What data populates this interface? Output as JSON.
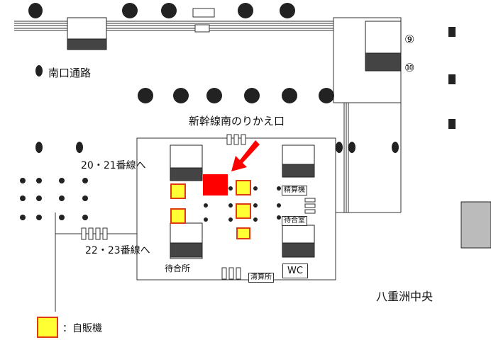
{
  "labels": {
    "south_passage": "南口通路",
    "transfer_gate": "新幹線南のりかえ口",
    "to_20_21": "20・21番線へ",
    "to_22_23": "22・23番線へ",
    "waiting_area": "待合所",
    "waiting_room": "待合室",
    "fare_adjust_machine": "精算機",
    "fare_adjust_office": "清算所",
    "wc": "WC",
    "yaesu_central": "八重洲中央",
    "track_9": "⑨",
    "track_10": "⑩"
  },
  "legend": {
    "marker": "：",
    "label": "自販機"
  },
  "colors": {
    "vending": "#ffff33",
    "vending_border": "#e03a12",
    "highlight": "#ff0000"
  }
}
